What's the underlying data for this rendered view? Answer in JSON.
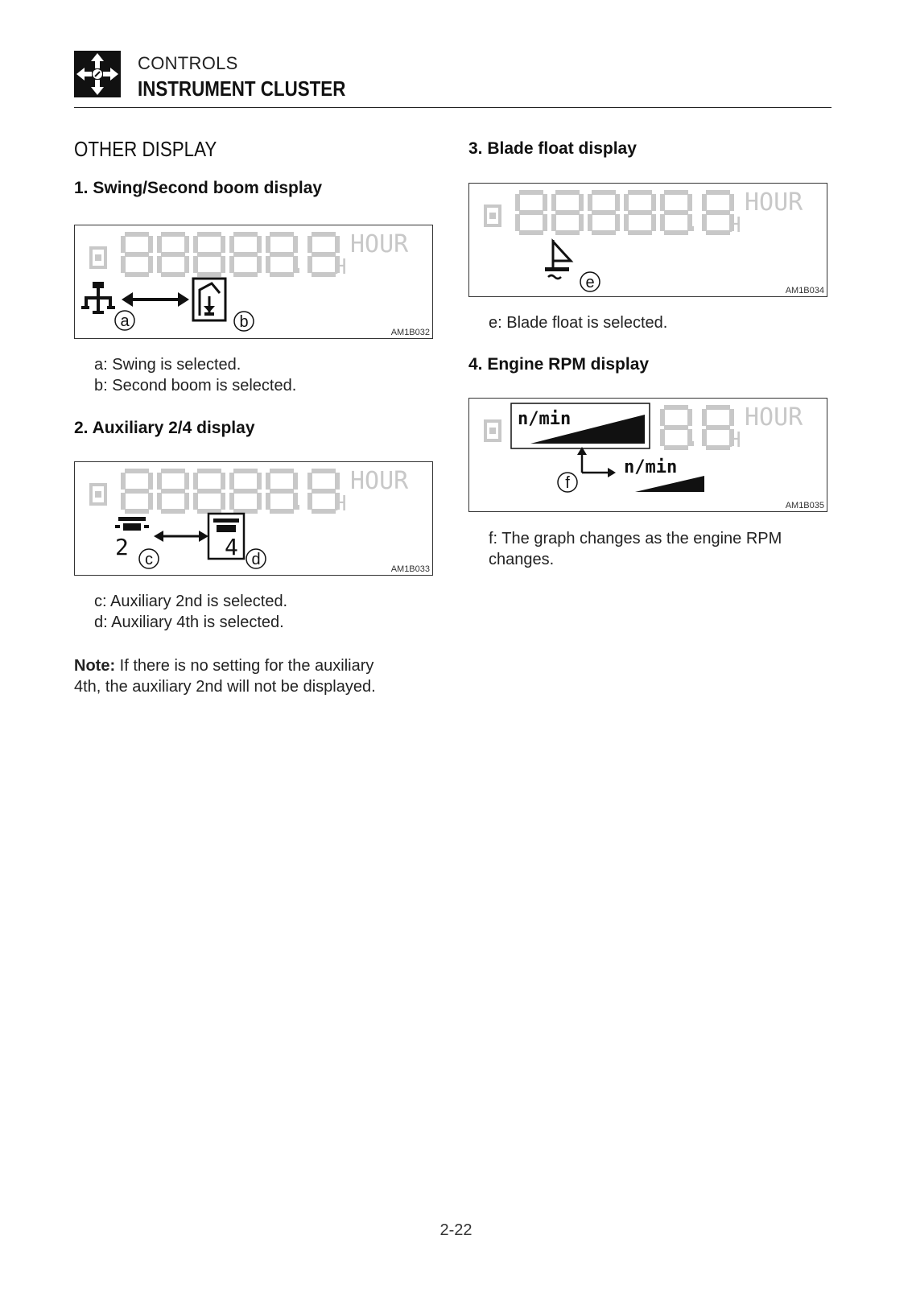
{
  "header": {
    "section": "CONTROLS",
    "title": "INSTRUMENT CLUSTER",
    "icon": "controls-arrows-icon"
  },
  "page_title": "OTHER DISPLAY",
  "sections": [
    {
      "heading": "1. Swing/Second boom display",
      "figure": {
        "code": "AM1B032",
        "hour_label": "HOUR",
        "h_label": "H",
        "markers": [
          "a",
          "b"
        ]
      },
      "lines": [
        "a: Swing is selected.",
        "b: Second boom is selected."
      ]
    },
    {
      "heading": "2. Auxiliary 2/4 display",
      "figure": {
        "code": "AM1B033",
        "hour_label": "HOUR",
        "h_label": "H",
        "markers": [
          "c",
          "d"
        ],
        "digits": [
          "2",
          "4"
        ]
      },
      "lines": [
        "c: Auxiliary 2nd is selected.",
        "d: Auxiliary 4th is selected."
      ]
    },
    {
      "heading": "3. Blade float display",
      "figure": {
        "code": "AM1B034",
        "hour_label": "HOUR",
        "h_label": "H",
        "markers": [
          "e"
        ]
      },
      "lines": [
        "e: Blade float is selected."
      ]
    },
    {
      "heading": "4. Engine RPM display",
      "figure": {
        "code": "AM1B035",
        "hour_label": "HOUR",
        "h_label": "H",
        "markers": [
          "f"
        ],
        "rpm_label": "n/min"
      },
      "lines": [
        "f: The graph changes as the engine RPM",
        "changes."
      ]
    }
  ],
  "note": {
    "label": "Note:",
    "line1": "If there is no setting for the auxiliary",
    "line2": "4th, the auxiliary 2nd will not be displayed."
  },
  "page_number": "2-22"
}
